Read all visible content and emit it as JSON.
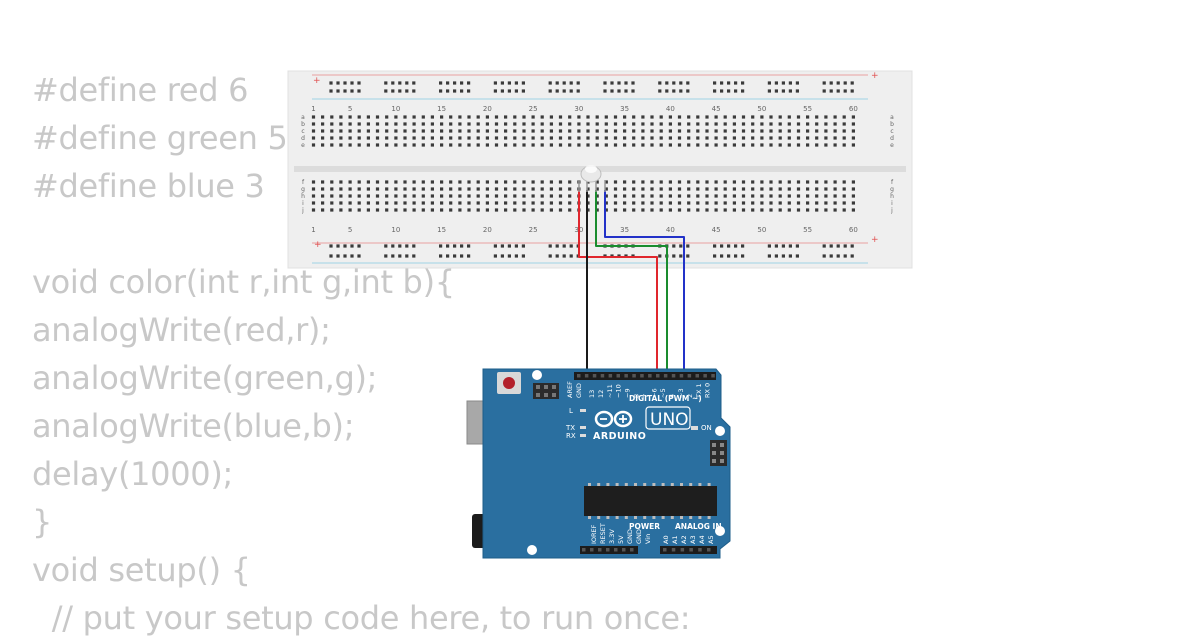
{
  "code_lines": [
    "#define red 6",
    "#define green 5",
    "#define blue 3",
    "",
    "void color(int r,int g,int b){",
    "analogWrite(red,r);",
    "analogWrite(green,g);",
    "analogWrite(blue,b);",
    "delay(1000);",
    "}",
    "void setup() {",
    "  // put your setup code here, to run once:"
  ],
  "breadcolumn_numbers": [
    "1",
    "5",
    "10",
    "15",
    "20",
    "25",
    "30",
    "35",
    "40",
    "45",
    "50",
    "55",
    "60"
  ],
  "breadboard": {
    "rows_top": [
      "a",
      "b",
      "c",
      "d",
      "e"
    ],
    "rows_bottom": [
      "f",
      "g",
      "h",
      "i",
      "j"
    ],
    "plus": "+",
    "minus": "-"
  },
  "arduino": {
    "brand": "ARDUINO",
    "model": "UNO",
    "digital_label": "DIGITAL (PWM ~)",
    "power_label": "POWER",
    "analog_label": "ANALOG IN",
    "on_label": "ON",
    "l_label": "L",
    "tx_label": "TX",
    "rx_label": "RX",
    "top_pins": [
      "AREF",
      "GND",
      "13",
      "12",
      "~11",
      "~10",
      "~9",
      "8",
      "7",
      "~6",
      "~5",
      "4",
      "~3",
      "2",
      "TX 1",
      "RX 0"
    ],
    "power_pins": [
      "IOREF",
      "RESET",
      "3.3V",
      "5V",
      "GND",
      "GND",
      "Vin"
    ],
    "analog_pins": [
      "A0",
      "A1",
      "A2",
      "A3",
      "A4",
      "A5"
    ]
  },
  "colors": {
    "wire_red": "#e0262d",
    "wire_green": "#1a8c2e",
    "wire_blue": "#2332c8",
    "wire_black": "#1a1a1a",
    "board_blue": "#2a6fa0",
    "breadboard": "#efefef"
  }
}
